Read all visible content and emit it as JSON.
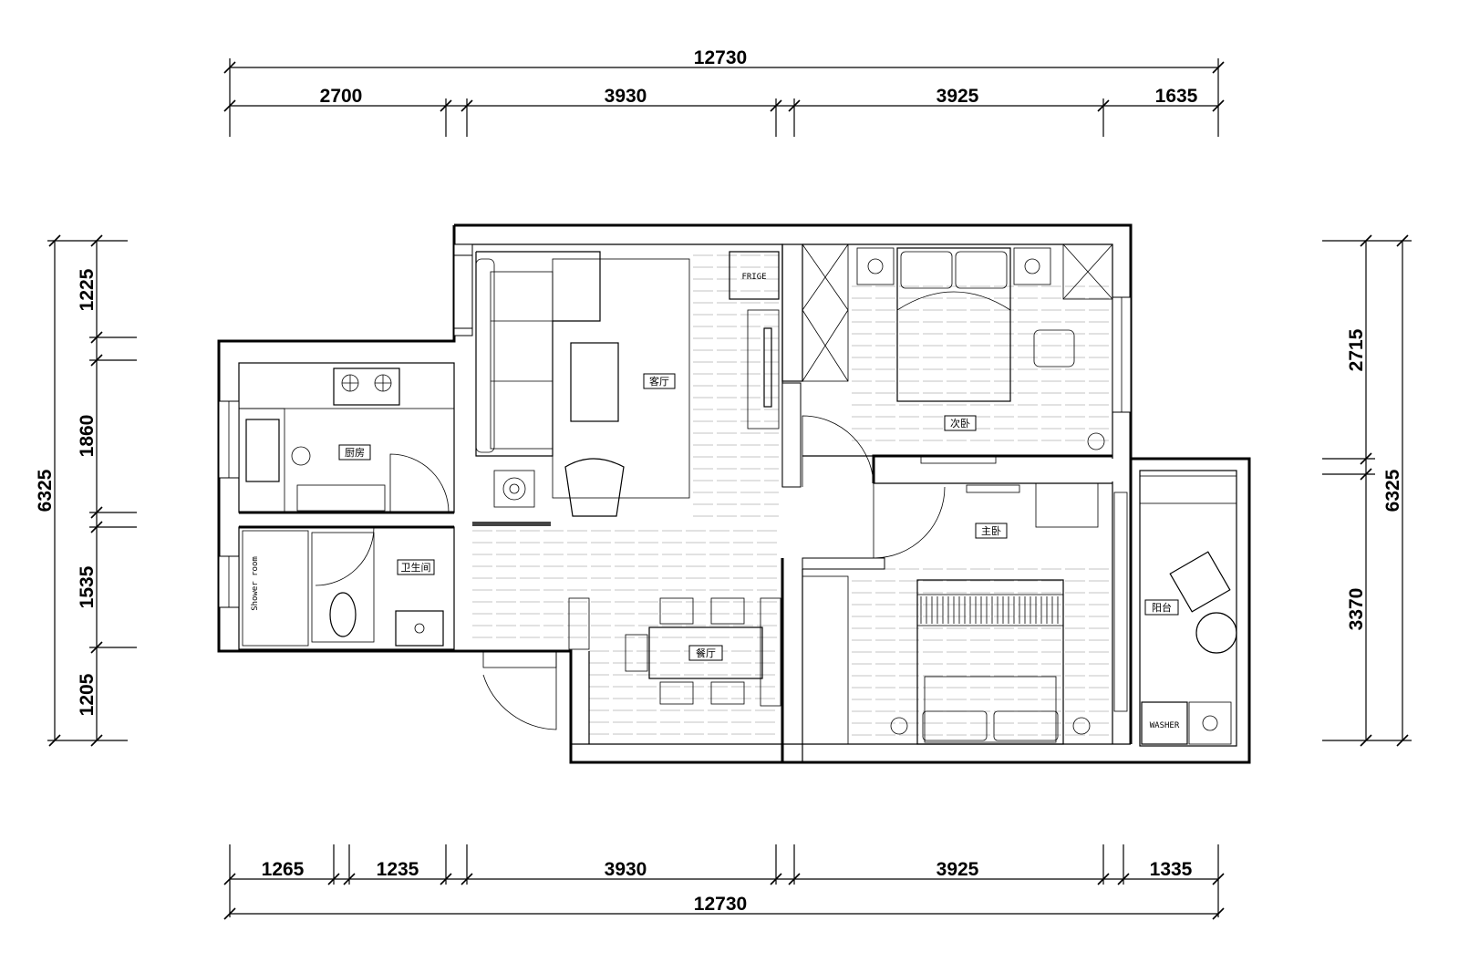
{
  "dimensions": {
    "top_total": "12730",
    "top_segments": [
      "2700",
      "3930",
      "3925",
      "1635"
    ],
    "bottom_segments": [
      "1265",
      "1235",
      "3930",
      "3925",
      "1335"
    ],
    "bottom_total": "12730",
    "left_total": "6325",
    "left_segments": [
      "1225",
      "1860",
      "1535",
      "1205"
    ],
    "right_total": "6325",
    "right_segments": [
      "2715",
      "3370"
    ]
  },
  "rooms": {
    "living": "客厅",
    "kitchen": "厨房",
    "bathroom": "卫生间",
    "dining": "餐厅",
    "second_bedroom": "次卧",
    "master_bedroom": "主卧",
    "balcony": "阳台"
  },
  "labels": {
    "fridge": "FRIGE",
    "shower": "Shower room",
    "washer": "WASHER"
  }
}
